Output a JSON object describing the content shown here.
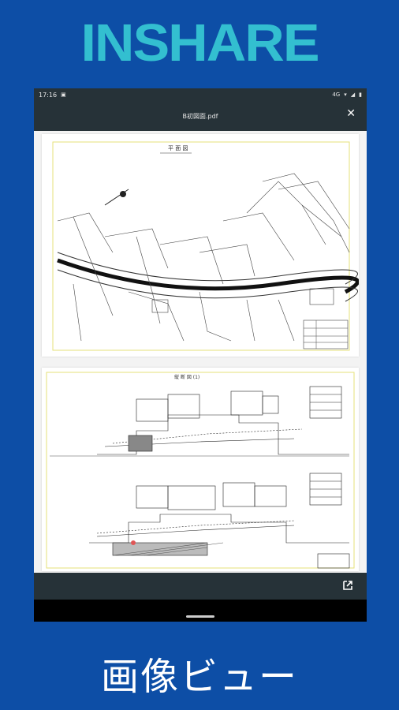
{
  "brand": {
    "name": "INSHARE"
  },
  "status_bar": {
    "time": "17:16",
    "indicator": "4G"
  },
  "viewer": {
    "file_name": "B初図面.pdf"
  },
  "icons": {
    "close": "close-icon",
    "share": "open-external-icon"
  },
  "pages": [
    {
      "heading": "平 面 図"
    },
    {
      "heading": "縦 断 図 (1)"
    }
  ],
  "caption": "画像ビュー",
  "colors": {
    "background": "#0d4ea6",
    "brand": "#33bfd0",
    "app_bar": "#263238",
    "frame": "#fff9b0"
  }
}
